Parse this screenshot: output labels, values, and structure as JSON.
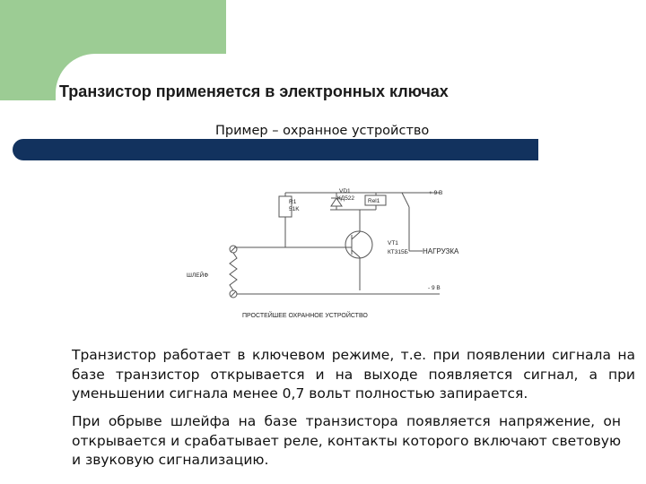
{
  "header": {
    "title": "Транзистор применяется в электронных ключах",
    "subtitle": "Пример – охранное устройство"
  },
  "colors": {
    "accent_green": "#9ccc94",
    "bar_navy": "#12325e"
  },
  "diagram": {
    "r1_name": "R1",
    "r1_value": "51K",
    "vd_name": "VD1",
    "vd_value": "КД522",
    "relay": "Rel1",
    "plus_supply": "+ 9 В",
    "vt_name": "VT1",
    "vt_value": "КТ315Б",
    "load": "НАГРУЗКА",
    "loop": "ШЛЕЙФ",
    "minus_supply": "- 9 В",
    "caption": "ПРОСТЕЙШЕЕ ОХРАННОЕ УСТРОЙСТВО"
  },
  "body": {
    "paragraph1": "Транзистор работает в ключевом режиме, т.е. при появлении сигнала на базе транзистор открывается и на выходе появляется сигнал, а при уменьшении сигнала менее 0,7 вольт полностью запирается.",
    "paragraph2": "При обрыве шлейфа на базе транзистора появляется напряжение, он открывается и срабатывает реле, контакты которого включают световую и звуковую сигнализацию."
  }
}
